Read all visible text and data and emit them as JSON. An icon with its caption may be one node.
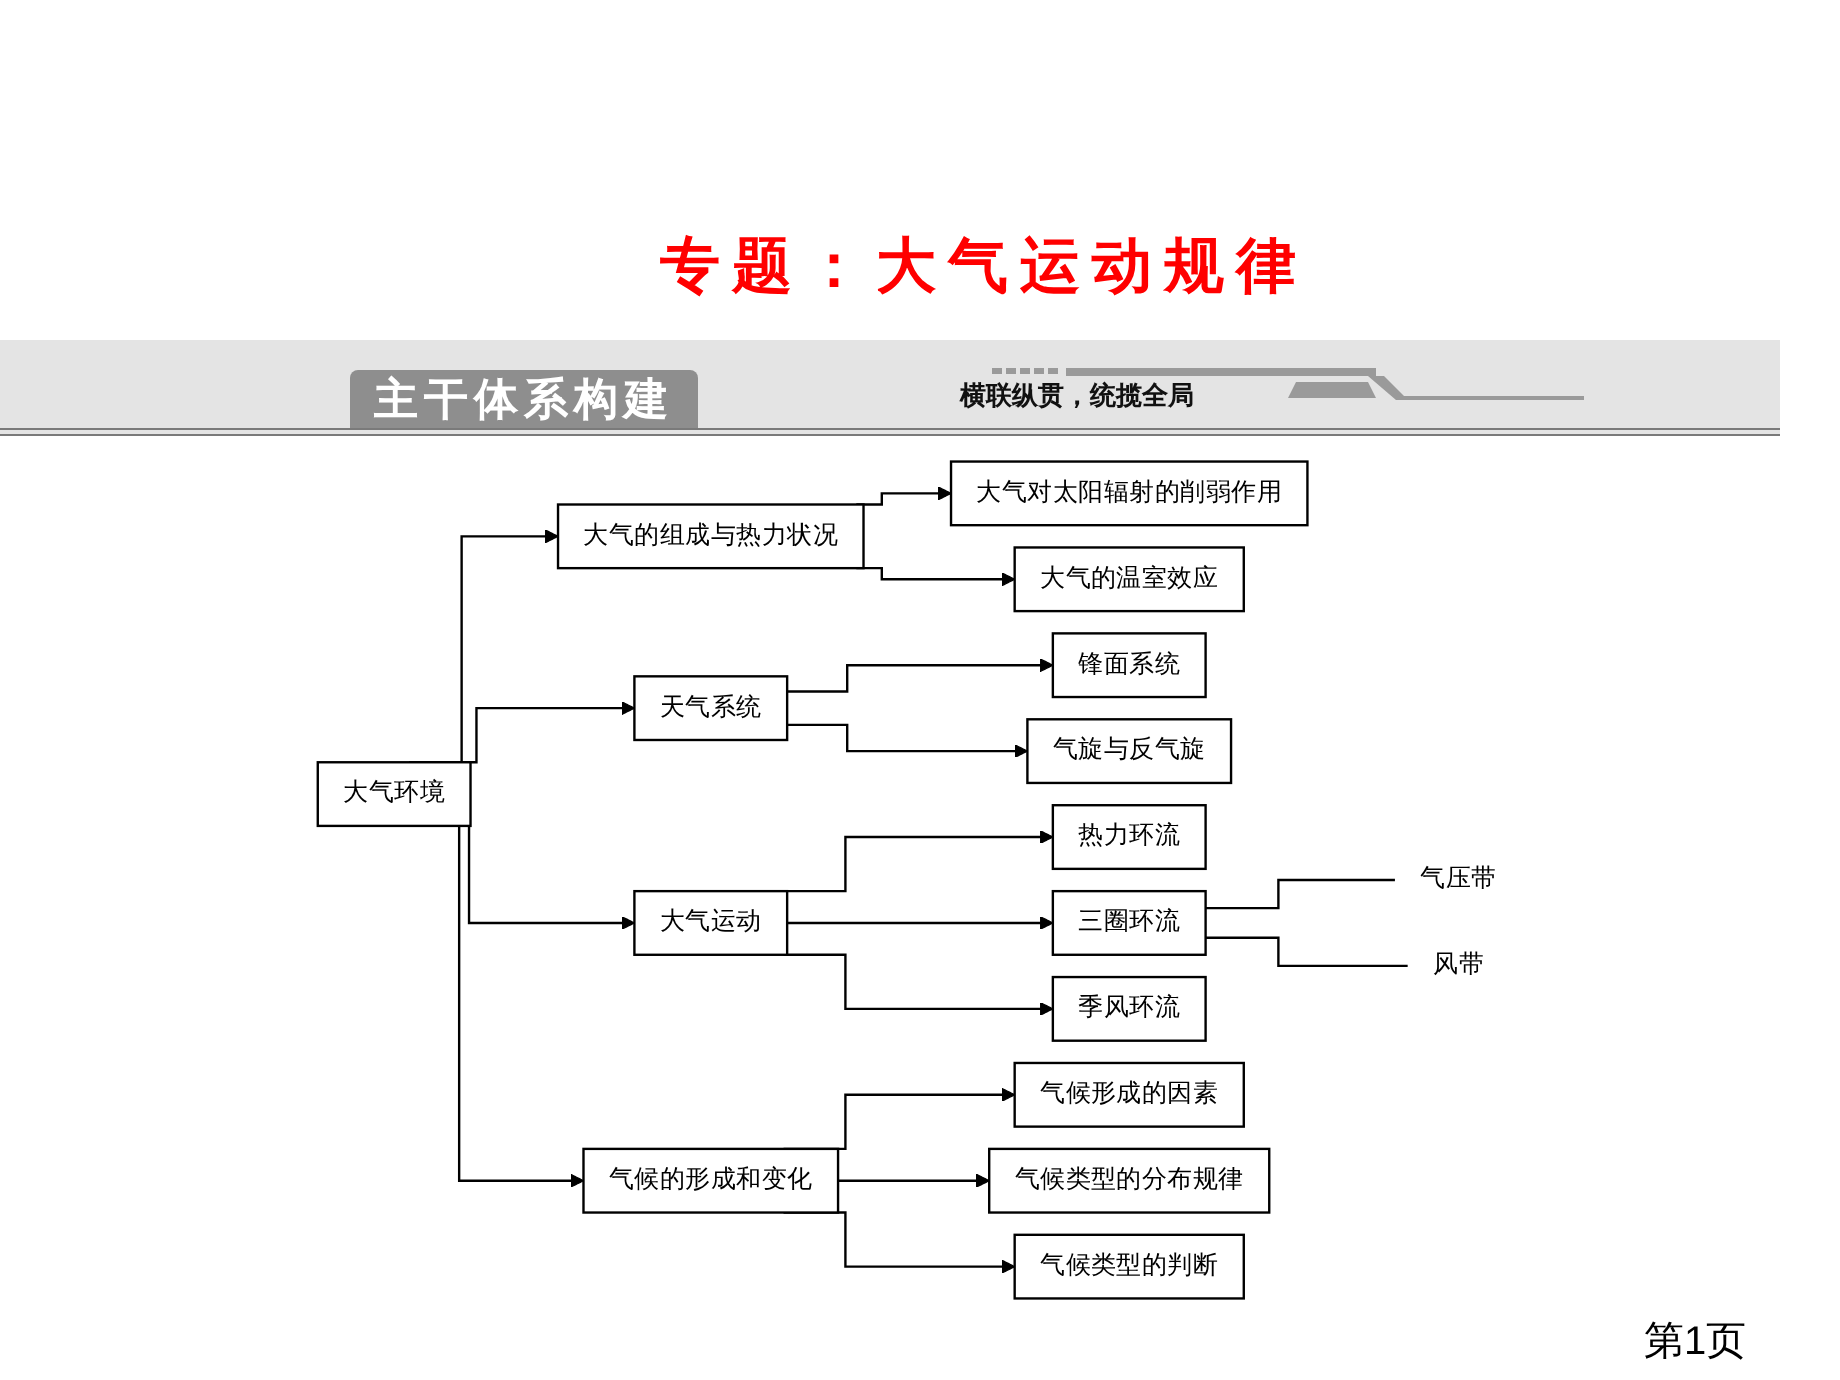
{
  "diagram": {
    "title": "专题：大气运动规律",
    "nodes": [
      {
        "text": [
          "大气对太阳辐射的削弱作用"
        ]
      },
      {
        "text": [
          "大气的温室效应"
        ]
      },
      {
        "text": [
          "大气的组成与热力状况"
        ]
      },
      {
        "text": [
          "热力环流"
        ]
      },
      {
        "text": [
          "锋面系统"
        ]
      },
      {
        "text": [
          "天气系统"
        ]
      },
      {
        "text": [
          "大气环境"
        ]
      },
      {
        "text": [
          "大气运动"
        ]
      },
      {
        "text": [
          "三圈环流"
        ]
      },
      {
        "text": [
          "气压带"
        ]
      },
      {
        "text": [
          "风带"
        ]
      },
      {
        "text": [
          "气旋与反气旋"
        ]
      },
      {
        "text": [
          "季风环流"
        ]
      },
      {
        "text": [
          "气候的形成和变化"
        ]
      },
      {
        "text": [
          "气候形成的因素"
        ]
      },
      {
        "text": [
          "气候类型的分布规律"
        ]
      },
      {
        "text": [
          "气候类型的判断"
        ]
      }
    ],
    "edges": [
      {
        "from": 6,
        "to": 2,
        "arrow": "to"
      },
      {
        "from": 2,
        "to": 0,
        "arrow": "to"
      },
      {
        "from": 2,
        "to": 1,
        "arrow": "to"
      },
      {
        "from": 6,
        "to": 5,
        "arrow": "to"
      },
      {
        "from": 5,
        "to": 4,
        "arrow": "to"
      },
      {
        "from": 5,
        "to": 11,
        "arrow": "to"
      },
      {
        "from": 6,
        "to": 7,
        "arrow": "to"
      },
      {
        "from": 7,
        "to": 3,
        "arrow": "to"
      },
      {
        "from": 7,
        "to": 8,
        "arrow": "to"
      },
      {
        "from": 7,
        "to": 12,
        "arrow": "to"
      },
      {
        "from": 8,
        "to": 9,
        "arrow": "none"
      },
      {
        "from": 8,
        "to": 10,
        "arrow": "none"
      },
      {
        "from": 6,
        "to": 13,
        "arrow": "to"
      },
      {
        "from": 13,
        "to": 14,
        "arrow": "to"
      },
      {
        "from": 13,
        "to": 15,
        "arrow": "to"
      },
      {
        "from": 13,
        "to": 16,
        "arrow": "to"
      }
    ],
    "labels": [
      "主干体系构建",
      "横联纵贯，统揽全局",
      "第1页"
    ]
  }
}
